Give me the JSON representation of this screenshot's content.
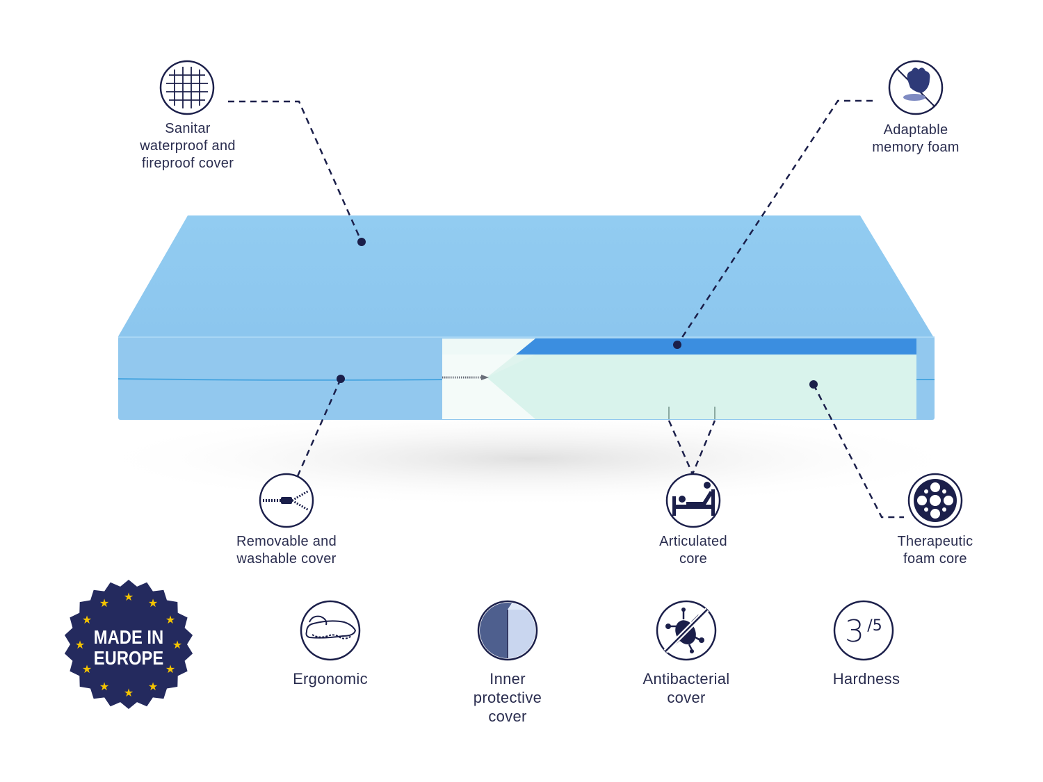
{
  "colors": {
    "navy": "#1b1f4a",
    "mattress_top": "#8fc9ef",
    "mattress_side": "#92c8ee",
    "memory_foam": "#3b8ee0",
    "core_foam": "#d9f3ec",
    "inner_cover": "#f2faf8",
    "badge_star": "#f5c400"
  },
  "callouts": {
    "sanitar_cover": {
      "icon": "fabric-weave-icon",
      "lines": [
        "Sanitar",
        "waterproof and",
        "fireproof cover"
      ]
    },
    "memory_foam": {
      "icon": "hand-press-icon",
      "lines": [
        "Adaptable",
        "memory foam"
      ]
    },
    "removable_cover": {
      "icon": "zipper-icon",
      "lines": [
        "Removable and",
        "washable cover"
      ]
    },
    "articulated_core": {
      "icon": "hospital-bed-icon",
      "lines": [
        "Articulated",
        "core"
      ]
    },
    "therapeutic_core": {
      "icon": "foam-cells-icon",
      "lines": [
        "Therapeutic",
        "foam core"
      ]
    }
  },
  "badge": {
    "icon": "eu-stars-icon",
    "lines": [
      "MADE IN",
      "EUROPE"
    ]
  },
  "features": [
    {
      "icon": "ergonomic-pillow-icon",
      "lines": [
        "Ergonomic"
      ]
    },
    {
      "icon": "layered-cover-icon",
      "lines": [
        "Inner",
        "protective",
        "cover"
      ]
    },
    {
      "icon": "no-bacteria-icon",
      "lines": [
        "Antibacterial",
        "cover"
      ]
    },
    {
      "icon": "hardness-rating-icon",
      "rating": {
        "value": "3",
        "max": "/5"
      },
      "lines": [
        "Hardness"
      ]
    }
  ]
}
